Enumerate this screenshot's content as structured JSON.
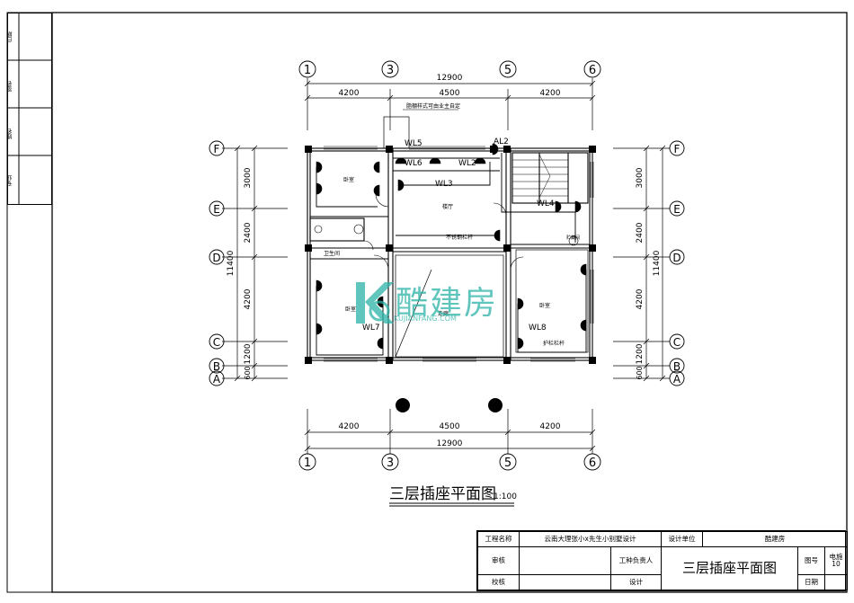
{
  "drawing": {
    "title": "三层插座平面图",
    "scale": "1:100",
    "dims_top": {
      "total": "12900",
      "seg1": "4200",
      "seg2": "4500",
      "seg3": "4200"
    },
    "dims_bottom": {
      "total": "12900",
      "seg1": "4200",
      "seg2": "4500",
      "seg3": "4200"
    },
    "dims_left": {
      "total": "11400",
      "d1": "3000",
      "d2": "2400",
      "d3": "4200",
      "d4": "1200",
      "d5": "600"
    },
    "dims_right": {
      "total": "11400",
      "d1": "3000",
      "d2": "2400",
      "d3": "4200",
      "d4": "1200",
      "d5": "600"
    },
    "axes_x": [
      "1",
      "3",
      "5",
      "6"
    ],
    "axes_y": [
      "F",
      "E",
      "D",
      "C",
      "B",
      "A"
    ],
    "rooms": {
      "bedroom_nw": "卧室",
      "living": "楼厅",
      "toilet": "卫生间",
      "bedroom_sw": "卧室",
      "corridor": "走廊",
      "bedroom_e": "卧室",
      "store": "贮藏间",
      "rail": "不锈钢栏杆",
      "guard_rail": "护栏栏杆",
      "note": "脂棚样式可由业主自定"
    },
    "circuits": [
      "WL5",
      "WL6",
      "WL2",
      "WL3",
      "AL2",
      "WL4",
      "WL7",
      "WL8"
    ]
  },
  "side_panel": [
    "日期",
    "签名",
    "姓名",
    "专业"
  ],
  "title_block": {
    "project_label": "工程名称",
    "project_value": "云南大理张小x先生小别墅设计",
    "design_unit_label": "设计单位",
    "design_unit_value": "酷建房",
    "review_label": "审核",
    "owner_label": "工种负责人",
    "drawing_name": "三层插座平面图",
    "drawing_no_label": "图号",
    "drawing_no_value": "电施10",
    "check_label": "校核",
    "design_label": "设计",
    "date_label": "日期"
  },
  "watermark": {
    "brand": "酷建房",
    "url": "KUJIANFANG.COM",
    "color": "#2bb3a7"
  }
}
